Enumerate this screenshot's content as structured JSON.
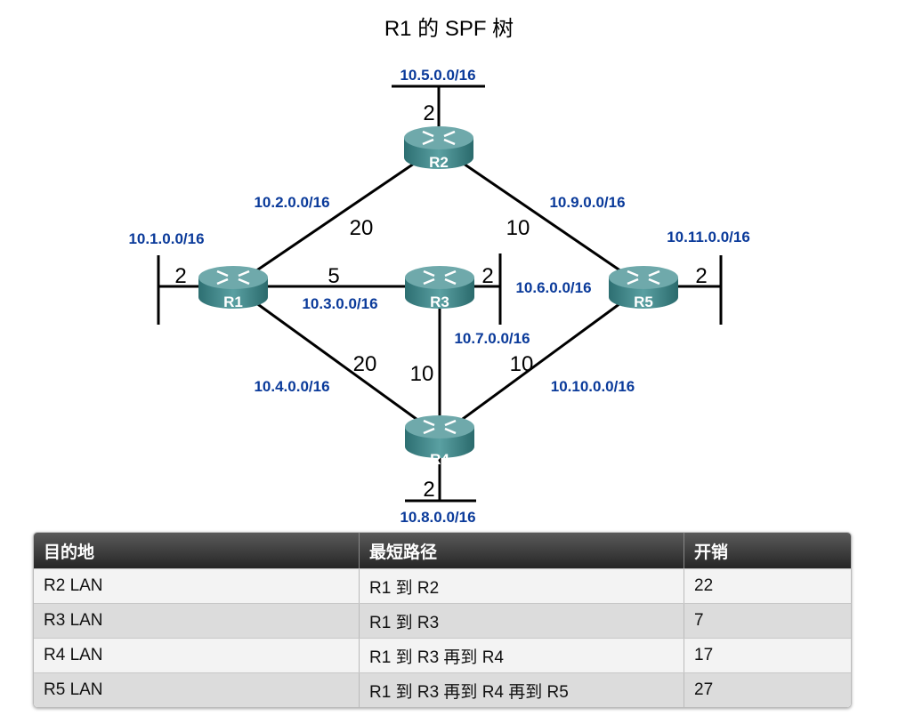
{
  "title": "R1 的 SPF 树",
  "routers": [
    {
      "label": "R1"
    },
    {
      "label": "R2"
    },
    {
      "label": "R3"
    },
    {
      "label": "R4"
    },
    {
      "label": "R5"
    }
  ],
  "networks": {
    "n1": "10.1.0.0/16",
    "n2": "10.2.0.0/16",
    "n3": "10.3.0.0/16",
    "n4": "10.4.0.0/16",
    "n5": "10.5.0.0/16",
    "n6": "10.6.0.0/16",
    "n7": "10.7.0.0/16",
    "n8": "10.8.0.0/16",
    "n9": "10.9.0.0/16",
    "n10": "10.10.0.0/16",
    "n11": "10.11.0.0/16"
  },
  "costs": {
    "r1_lan": "2",
    "r2_lan": "2",
    "r3_lan": "2",
    "r4_lan": "2",
    "r5_lan": "2",
    "r1_r2": "20",
    "r1_r3": "5",
    "r1_r4": "20",
    "r2_r5": "10",
    "r3_r4": "10",
    "r4_r5": "10"
  },
  "table": {
    "headers": [
      "目的地",
      "最短路径",
      "开销"
    ],
    "rows": [
      [
        "R2 LAN",
        "R1 到 R2",
        "22"
      ],
      [
        "R3 LAN",
        "R1 到 R3",
        "7"
      ],
      [
        "R4 LAN",
        "R1 到 R3 再到 R4",
        "17"
      ],
      [
        "R5 LAN",
        "R1 到 R3 再到 R4 再到 R5",
        "27"
      ]
    ]
  },
  "colors": {
    "network_label": "#0a3a9a",
    "router": "#3e8a8c"
  }
}
